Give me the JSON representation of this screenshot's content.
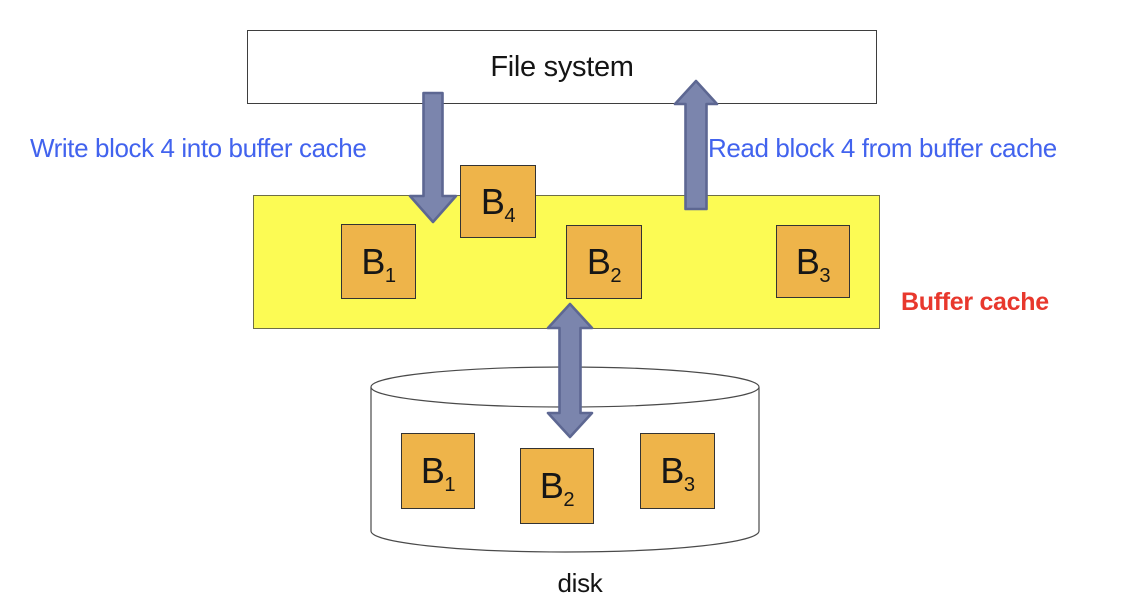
{
  "file_system": {
    "label": "File system"
  },
  "annotations": {
    "write_label": "Write block 4 into buffer cache",
    "read_label": "Read block 4 from buffer cache",
    "buffer_cache_label": "Buffer cache",
    "disk_label": "disk"
  },
  "buffer_cache": {
    "blocks": [
      {
        "base": "B",
        "sub": "1"
      },
      {
        "base": "B",
        "sub": "2"
      },
      {
        "base": "B",
        "sub": "3"
      },
      {
        "base": "B",
        "sub": "4"
      }
    ]
  },
  "disk": {
    "blocks": [
      {
        "base": "B",
        "sub": "1"
      },
      {
        "base": "B",
        "sub": "2"
      },
      {
        "base": "B",
        "sub": "3"
      }
    ]
  },
  "icons": {
    "write_arrow": "down-arrow",
    "read_arrow": "up-arrow",
    "cache_disk_arrow": "up-down-arrow",
    "disk_shape": "cylinder"
  },
  "colors": {
    "cache_fill": "#fcfb54",
    "block_fill": "#eeb44a",
    "block_border": "#333333",
    "arrow_fill": "#7b85ad",
    "arrow_stroke": "#5d6792",
    "annotation_blue": "#4263ee",
    "label_red": "#e8382d",
    "outline_gray": "#4a4a4a"
  }
}
